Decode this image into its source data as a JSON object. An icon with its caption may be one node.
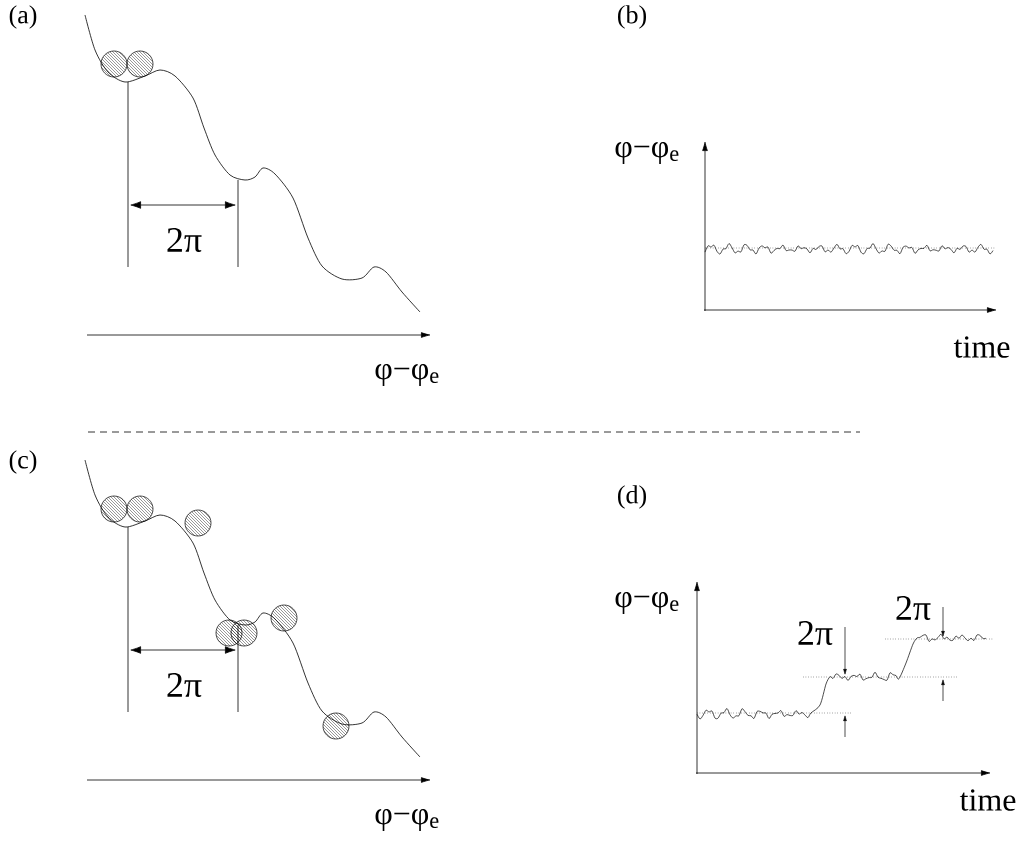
{
  "diagram": {
    "labels": [
      "(a)",
      "2π",
      "φ−φ$_{e}$",
      "(b)",
      "φ−φ$_{e}$",
      "time",
      "(c)",
      "2π",
      "φ−φ$_{e}$",
      "(d)",
      "φ−φ$_{e}$",
      "2π",
      "2π",
      "time"
    ]
  }
}
